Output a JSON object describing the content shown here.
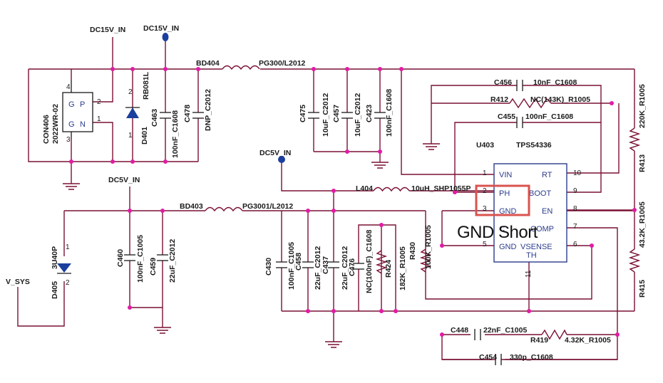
{
  "power_ports": {
    "dc15v_in_1": "DC15V_IN",
    "dc15v_in_2": "DC15V_IN",
    "dc5v_in_1": "DC5V_IN",
    "dc5v_in_2": "DC5V_IN",
    "v_sys": "V_SYS"
  },
  "connector": {
    "ref": "CON406",
    "part": "2022WR-02",
    "pin_g1": "G",
    "pin_p": "P",
    "pin_g2": "G",
    "pin_n": "N",
    "num_4": "4",
    "num_2": "2",
    "num_1": "1",
    "num_3": "3"
  },
  "diodes": {
    "d401": {
      "ref": "D401",
      "part": "RB081L",
      "a": "2",
      "k": "1"
    },
    "d405": {
      "ref": "D405",
      "part": "3U40P",
      "a": "1",
      "k": "2"
    }
  },
  "ferrites": {
    "bd404": {
      "ref": "BD404",
      "part": "PG300/L2012"
    },
    "bd403": {
      "ref": "BD403",
      "part": "PG3001/L2012"
    }
  },
  "inductor": {
    "ref": "L404",
    "part": "10uH_SHP1055P"
  },
  "caps": {
    "c463": {
      "ref": "C463",
      "value": "100nF_C1608"
    },
    "c478": {
      "ref": "C478",
      "value": "DNP_C2012"
    },
    "c475": {
      "ref": "C475",
      "value": "10uF_C2012"
    },
    "c457": {
      "ref": "C457",
      "value": "10uF_C2012"
    },
    "c423": {
      "ref": "C423",
      "value": "100nF_C1608"
    },
    "c460": {
      "ref": "C460",
      "value": "100nF_C1005"
    },
    "c459": {
      "ref": "C459",
      "value": "22uF_C2012"
    },
    "c430": {
      "ref": "C430",
      "value": "100nF_C1005"
    },
    "c458": {
      "ref": "C458",
      "value": "22uF_C2012"
    },
    "c437": {
      "ref": "C437",
      "value": "22uF_C2012"
    },
    "c476": {
      "ref": "C476",
      "value": "NC(100nF)_C1608"
    },
    "c456": {
      "ref": "C456",
      "value": "10nF_C1608"
    },
    "c455": {
      "ref": "C455",
      "value": "100nF_C1608"
    },
    "c448": {
      "ref": "C448",
      "value": "22nF_C1005"
    },
    "c454": {
      "ref": "C454",
      "value": "330p_C1608"
    }
  },
  "resistors": {
    "r412": {
      "ref": "R412",
      "value": "NC(143K)_R1005"
    },
    "r413": {
      "ref": "R413",
      "value": "220K_R1005"
    },
    "r415": {
      "ref": "R415",
      "value": "43.2K_R1005"
    },
    "r424": {
      "ref": "R424",
      "value": "182K_R1005"
    },
    "r430": {
      "ref": "R430",
      "value": "100K_R1005"
    },
    "r419": {
      "ref": "R419",
      "value": "4.32K_R1005"
    }
  },
  "ic": {
    "ref": "U403",
    "part": "TPS54336",
    "pins": [
      {
        "num": "1",
        "name": "VIN"
      },
      {
        "num": "2",
        "name": "PH"
      },
      {
        "num": "3",
        "name": "GND"
      },
      {
        "num": "5",
        "name": "GND"
      },
      {
        "num": "10",
        "name": "RT"
      },
      {
        "num": "9",
        "name": "BOOT"
      },
      {
        "num": "8",
        "name": "EN"
      },
      {
        "num": "7",
        "name": "COMP"
      },
      {
        "num": "6",
        "name": "VSENSE"
      },
      {
        "num": "11",
        "name": "TH"
      }
    ],
    "partial_pin_4": "C"
  },
  "annotation": {
    "text": "GND Short",
    "highlight_color": "#d9534f"
  },
  "colors": {
    "wire": "#7a1034",
    "junction": "#e11ba4",
    "component": "#1a1a1a",
    "pin_text": "#2c3c8c",
    "port": "#1c3f9e"
  }
}
